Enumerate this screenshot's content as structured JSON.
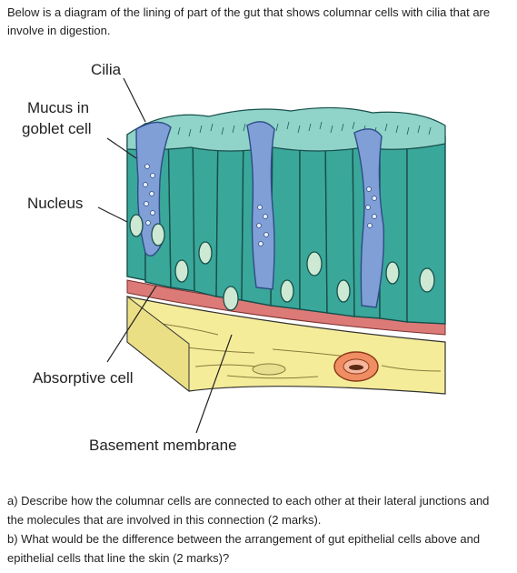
{
  "intro_text": "Below is a diagram of the lining of part of the gut that shows columnar cells with cilia that are involve in digestion.",
  "diagram": {
    "labels": {
      "cilia": "Cilia",
      "mucus_line1": "Mucus in",
      "mucus_line2": "goblet cell",
      "nucleus": "Nucleus",
      "absorptive_cell": "Absorptive cell",
      "basement_membrane": "Basement membrane"
    },
    "colors": {
      "cell_fill": "#3aa79b",
      "cell_outline": "#174f4a",
      "cilia_top": "#8fd3c9",
      "goblet_fill": "#7f9fd6",
      "membrane": "#dc7a78",
      "connective": "#f5ec9a",
      "nucleus_fill": "#cde9d3"
    }
  },
  "questions": {
    "a": "a) Describe how the columnar cells are connected to each other at their lateral junctions and the molecules that are involved in this connection (2 marks).",
    "b": "b) What would be the difference between the arrangement of gut epithelial cells above and epithelial cells that line the skin (2 marks)?"
  }
}
